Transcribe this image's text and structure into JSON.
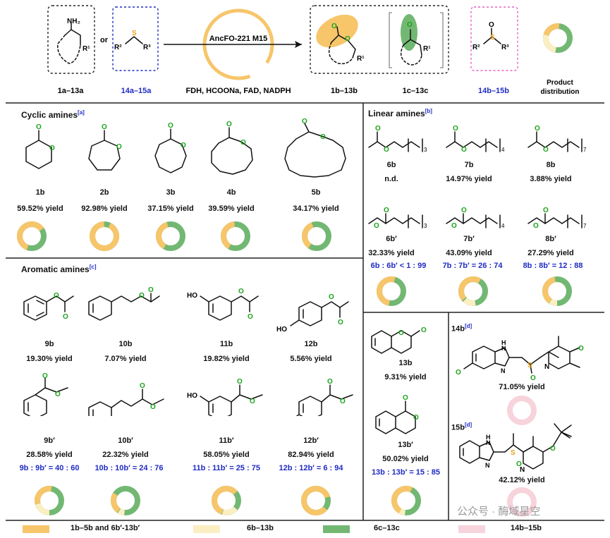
{
  "header": {
    "amine_label": "1a–13a",
    "or_text": "or",
    "sulfide_label": "14a–15a",
    "enzyme": "AncFO-221 M15",
    "conditions": "FDH, HCOONa, FAD, NADPH",
    "ester_label": "1b–13b",
    "ketone_label": "1c–13c",
    "sulfoxide_label": "14b–15b",
    "distribution_line1": "Product",
    "distribution_line2": "distribution",
    "r1": "R¹",
    "r2": "R²",
    "r3": "R³",
    "nh2": "NH₂",
    "s": "S",
    "o": "O"
  },
  "colors": {
    "ester": "#f7c56a",
    "lactone_alt": "#fbeec2",
    "ketone": "#72b873",
    "sulfoxide": "#f7d3dc",
    "blue": "#1f2bc4",
    "green": "#1aa31a"
  },
  "sections": {
    "cyclic": {
      "title": "Cyclic amines",
      "ref": "[a]"
    },
    "linear": {
      "title": "Linear amines",
      "ref": "[b]"
    },
    "aromatic": {
      "title": "Aromatic amines",
      "ref": "[c]"
    }
  },
  "cyclic": [
    {
      "id": "1b",
      "yield": "59.52% yield",
      "ester_frac": 0.6
    },
    {
      "id": "2b",
      "yield": "92.98% yield",
      "ester_frac": 0.93
    },
    {
      "id": "3b",
      "yield": "37.15% yield",
      "ester_frac": 0.37
    },
    {
      "id": "4b",
      "yield": "39.59% yield",
      "ester_frac": 0.4
    },
    {
      "id": "5b",
      "yield": "34.17% yield",
      "ester_frac": 0.34
    }
  ],
  "linear": [
    {
      "id": "6b",
      "yield": "n.d.",
      "n": "3"
    },
    {
      "id": "7b",
      "yield": "14.97% yield",
      "n": "4"
    },
    {
      "id": "8b",
      "yield": "3.88% yield",
      "n": "7"
    },
    {
      "id": "6b′",
      "yield": "32.33% yield",
      "ratio": "6b : 6b′ < 1 : 99",
      "n": "3"
    },
    {
      "id": "7b′",
      "yield": "43.09% yield",
      "ratio": "7b : 7b′ = 26 : 74",
      "n": "4"
    },
    {
      "id": "8b′",
      "yield": "27.29% yield",
      "ratio": "8b : 8b′ = 12 : 88",
      "n": "7"
    }
  ],
  "aromatic": [
    {
      "id": "9b",
      "yield": "19.30% yield"
    },
    {
      "id": "10b",
      "yield": "7.07% yield"
    },
    {
      "id": "11b",
      "yield": "19.82% yield"
    },
    {
      "id": "12b",
      "yield": "5.56% yield"
    },
    {
      "id": "9b′",
      "yield": "28.58% yield",
      "ratio": "9b : 9b′ = 40 : 60"
    },
    {
      "id": "10b′",
      "yield": "22.32% yield",
      "ratio": "10b : 10b′ = 24 : 76"
    },
    {
      "id": "11b′",
      "yield": "58.05% yield",
      "ratio": "11b : 11b′ = 25 : 75"
    },
    {
      "id": "12b′",
      "yield": "82.94% yield",
      "ratio": "12b : 12b′ = 6 : 94"
    }
  ],
  "lactones": [
    {
      "id": "13b",
      "yield": "9.31% yield"
    },
    {
      "id": "13b′",
      "yield": "50.02% yield",
      "ratio": "13b : 13b′ = 15 : 85"
    }
  ],
  "sulfoxides": [
    {
      "id": "14b",
      "ref": "[d]",
      "yield": "71.05% yield"
    },
    {
      "id": "15b",
      "ref": "[d]",
      "yield": "42.12% yield"
    }
  ],
  "legend": [
    {
      "label": "1b–5b and 6b′-13b′",
      "color": "#f7c56a"
    },
    {
      "label": "6b–13b",
      "color": "#fbeec2"
    },
    {
      "label": "6c–13c",
      "color": "#72b873"
    },
    {
      "label": "14b–15b",
      "color": "#f7d3dc"
    }
  ],
  "watermark": "公众号 · 酶域星空",
  "heteroatoms": {
    "O": "O",
    "HO": "HO",
    "N": "N",
    "H": "H",
    "NH": "H\nN",
    "S": "S"
  },
  "subscripts": {
    "n3": "3",
    "n4": "4",
    "n7": "7"
  }
}
